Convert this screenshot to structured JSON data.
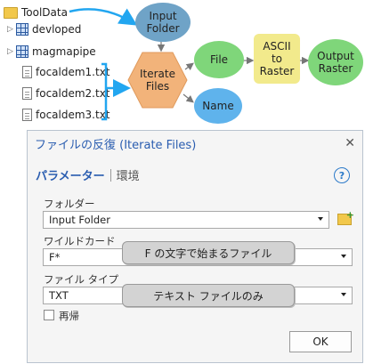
{
  "tree": {
    "root_label": "ToolData",
    "items": [
      {
        "label": "devloped"
      },
      {
        "label": "magmapipe"
      },
      {
        "label": "focaldem1.txt"
      },
      {
        "label": "focaldem2.txt"
      },
      {
        "label": "focaldem3.txt"
      }
    ]
  },
  "model": {
    "input_folder": "Input Folder",
    "iterate_files": "Iterate Files",
    "file": "File",
    "name": "Name",
    "ascii_to_raster": "ASCII to Raster",
    "output_raster": "Output Raster"
  },
  "dialog": {
    "title": "ファイルの反復 (Iterate Files)",
    "tab_parameters": "パラメーター",
    "tab_environment": "環境",
    "help_glyph": "?",
    "close_glyph": "✕",
    "folder_label": "フォルダー",
    "folder_value": "Input Folder",
    "wildcard_label": "ワイルドカード",
    "wildcard_value": "F*",
    "wildcard_callout": "F の文字で始まるファイル",
    "filetype_label": "ファイル タイプ",
    "filetype_value": "TXT",
    "filetype_callout": "テキスト ファイルのみ",
    "recursive_label": "再帰",
    "ok_label": "OK"
  },
  "colors": {
    "input_node": "#6fa3c7",
    "iterator_node": "#f2b37a",
    "variable_node": "#7fd67a",
    "tool_node": "#f2ea8c",
    "name_node": "#5fb3ec",
    "arrow_blue": "#22a6f0"
  }
}
